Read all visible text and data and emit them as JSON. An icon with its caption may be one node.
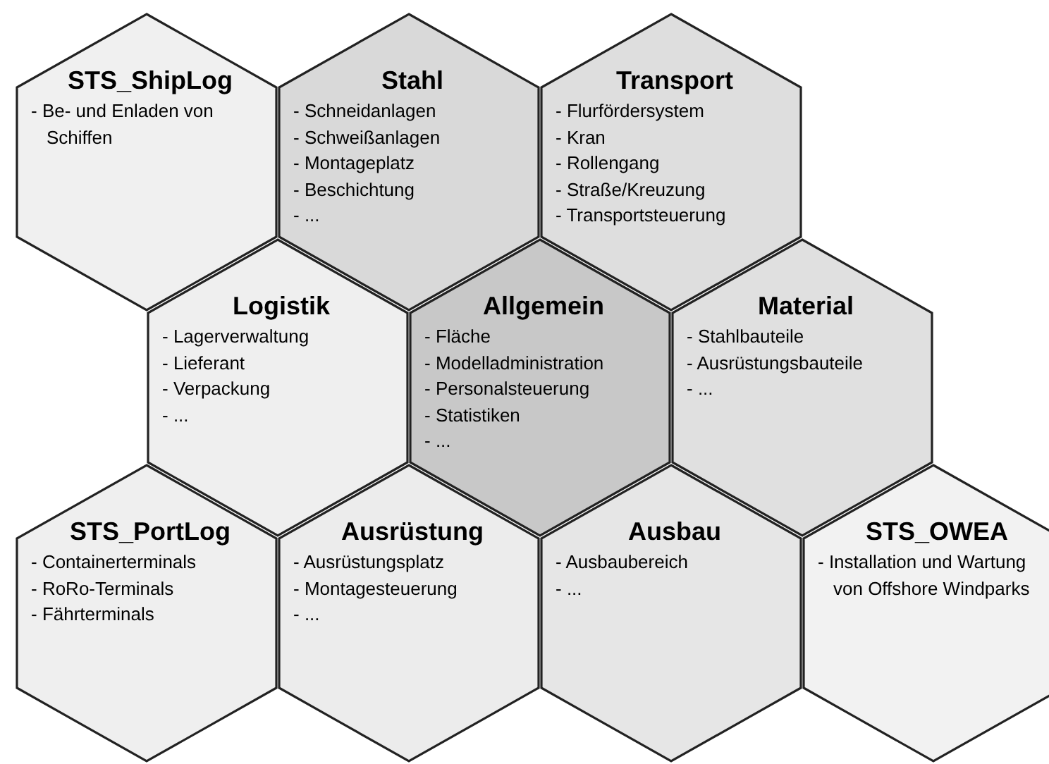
{
  "diagram": {
    "nodes": [
      {
        "text": [
          "STS_ShipLog",
          "- Be- und Enladen von Schiffen"
        ]
      },
      {
        "text": [
          "Stahl",
          "- Schneidanlagen",
          "- Schweißanlagen",
          "- Montageplatz",
          "- Beschichtung",
          "- ..."
        ]
      },
      {
        "text": [
          "Transport",
          "- Flurfördersystem",
          "- Kran",
          "- Rollengang",
          "- Straße/Kreuzung",
          "- Transportsteuerung"
        ]
      },
      {
        "text": [
          "Logistik",
          "- Lagerverwaltung",
          "- Lieferant",
          "- Verpackung",
          "- ..."
        ]
      },
      {
        "text": [
          "Allgemein",
          "- Fläche",
          "- Modelladministration",
          "- Personalsteuerung",
          "- Statistiken",
          "- ..."
        ]
      },
      {
        "text": [
          "Material",
          "- Stahlbauteile",
          "- Ausrüstungsbauteile",
          "- ..."
        ]
      },
      {
        "text": [
          "STS_PortLog",
          "- Containerterminals",
          "- RoRo-Terminals",
          "- Fährterminals"
        ]
      },
      {
        "text": [
          "Ausrüstung",
          "- Ausrüstungsplatz",
          "- Montagesteuerung",
          "- ..."
        ]
      },
      {
        "text": [
          "Ausbau",
          "- Ausbaubereich",
          "- ..."
        ]
      },
      {
        "text": [
          "STS_OWEA",
          "- Installation und Wartung von Offshore Windparks"
        ]
      }
    ]
  }
}
